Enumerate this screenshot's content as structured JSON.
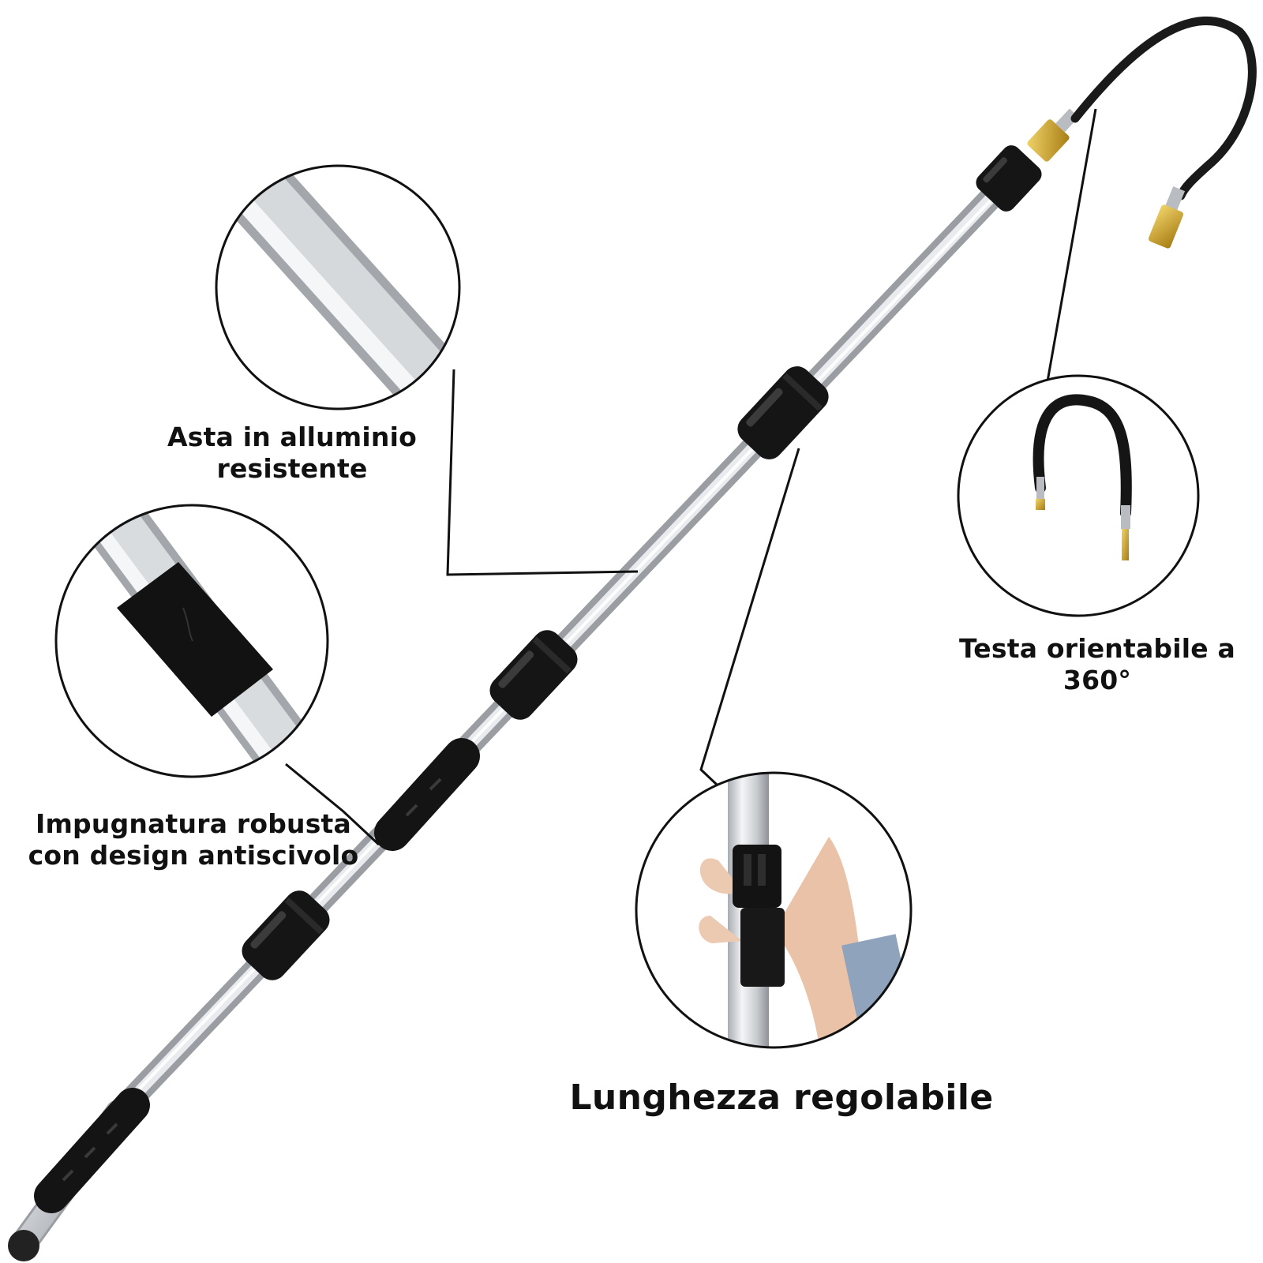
{
  "labels": {
    "asta": [
      "Asta in alluminio",
      "resistente"
    ],
    "impugnatura": [
      "Impugnatura robusta",
      "con design antiscivolo"
    ],
    "testa": [
      "Testa orientabile a",
      "360°"
    ],
    "lunghezza": [
      "Lunghezza regolabile"
    ]
  },
  "colors": {
    "background": "#ffffff",
    "aluminium": "#c9ccd0",
    "aluminium_highlight": "#f2f3f5",
    "grip_black": "#141414",
    "brass": "#c9a227",
    "hose": "#1a1a1a",
    "callout_line": "#111111",
    "text": "#111111"
  },
  "icons": [
    "telescopic-pole-icon",
    "aluminium-tube-icon",
    "foam-grip-icon",
    "swivel-hose-icon",
    "hand-holding-pole-icon"
  ]
}
